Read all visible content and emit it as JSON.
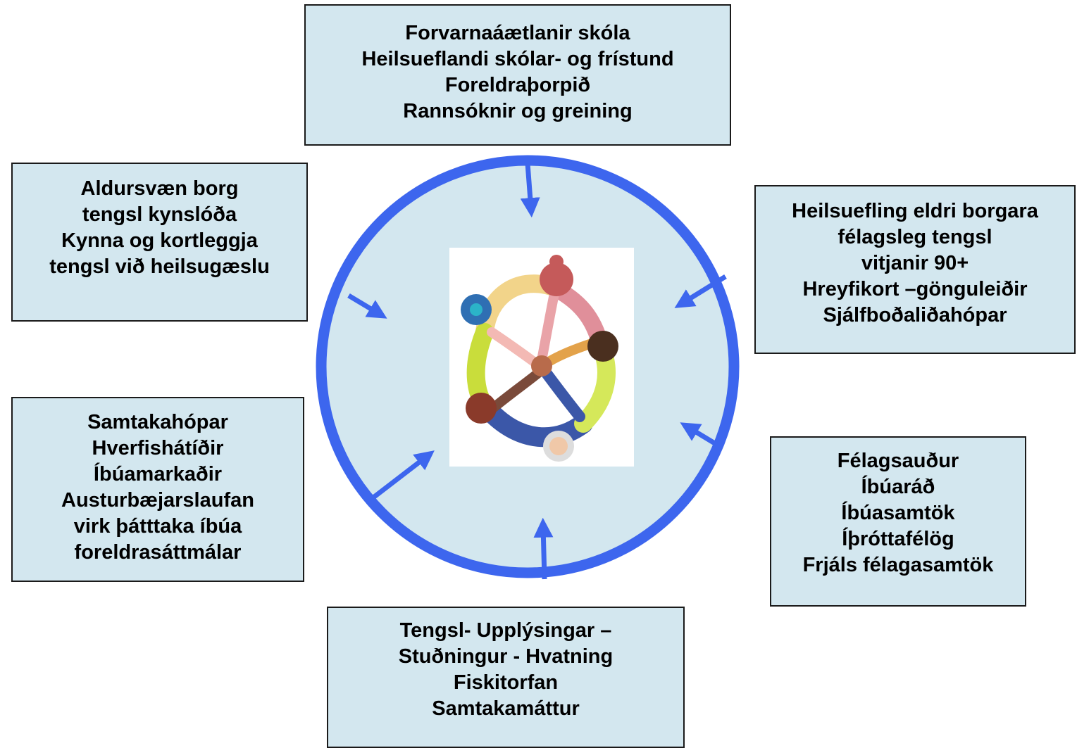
{
  "colors": {
    "circle_stroke": "#3d66ee",
    "circle_fill": "#d3e7ef",
    "box_fill": "#d3e7ef",
    "arrow": "#3d66ee"
  },
  "center_image": {
    "icon": "people-holding-hands-circle-illustration"
  },
  "boxes": {
    "top": [
      "Forvarnaáætlanir skóla",
      "Heilsueflandi skólar- og frístund",
      "Foreldraþorpið",
      "Rannsóknir og greining"
    ],
    "top_left": [
      "Aldursvæn borg",
      "tengsl kynslóða",
      "Kynna og kortleggja",
      "tengsl við heilsugæslu"
    ],
    "right": [
      "Heilsuefling eldri borgara",
      "félagsleg tengsl",
      "vitjanir 90+",
      "Hreyfikort –gönguleiðir",
      "Sjálfboðaliðahópar"
    ],
    "left": [
      "Samtakahópar",
      "Hverfishátíðir",
      "Íbúamarkaðir",
      "Austurbæjarslaufan",
      "virk þátttaka íbúa",
      "foreldrasáttmálar"
    ],
    "bottom_right": [
      "Félagsauður",
      "Íbúaráð",
      "Íbúasamtök",
      "Íþróttafélög",
      "Frjáls félagasamtök"
    ],
    "bottom": [
      "Tengsl- Upplýsingar –",
      "Stuðningur - Hvatning",
      "Fiskitorfan",
      "Samtakamáttur"
    ]
  }
}
